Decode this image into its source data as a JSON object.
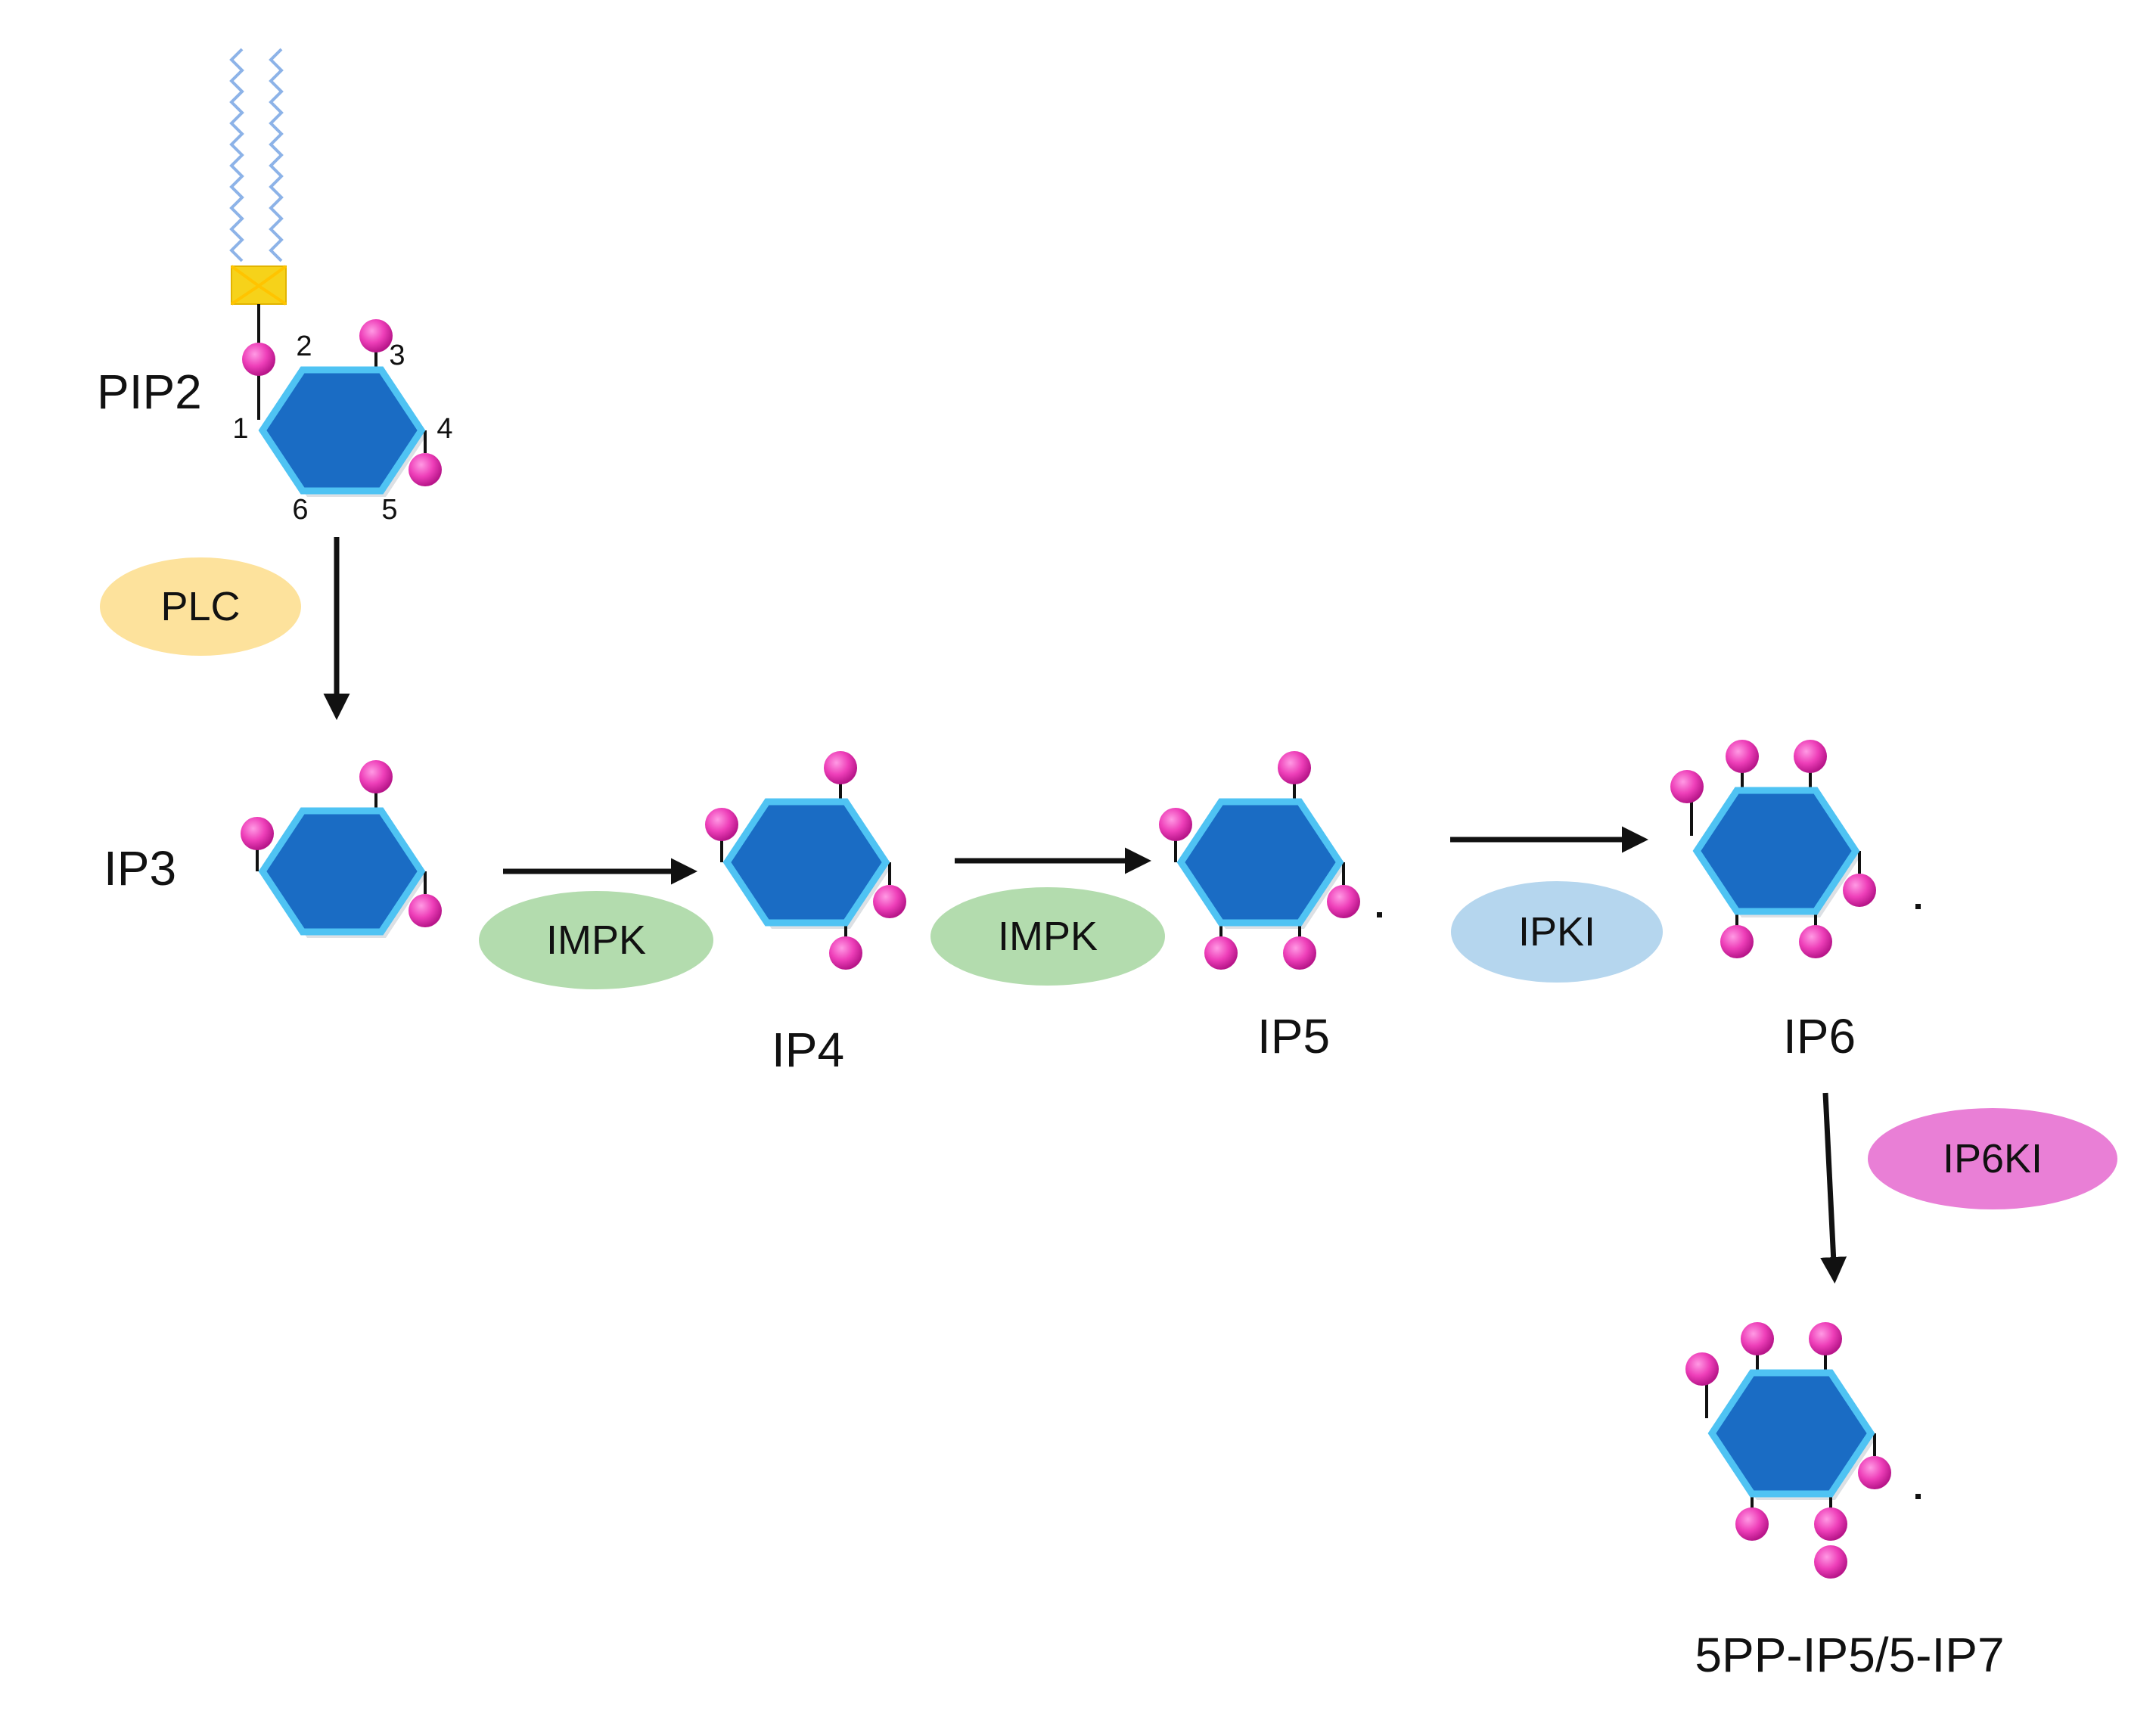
{
  "title": "",
  "colors": {
    "hexagon_fill": "#1a6cc4",
    "hexagon_stroke": "#4fc3f3",
    "phosphate": "#ee3fb9",
    "glycerol": "#f6d21a",
    "fatty_acid": "#8db3e8",
    "arrow": "#111111",
    "enzyme_PLC": "#fde29c",
    "enzyme_IMPK": "#b3dcae",
    "enzyme_IPKI": "#b5d6ee",
    "enzyme_IP6KI": "#e97fd6"
  },
  "molecules": [
    {
      "id": "pip2",
      "label": "PIP2",
      "phosphates": 3
    },
    {
      "id": "ip3",
      "label": "IP3",
      "phosphates": 3
    },
    {
      "id": "ip4",
      "label": "IP4",
      "phosphates": 4
    },
    {
      "id": "ip5",
      "label": "IP5",
      "phosphates": 5
    },
    {
      "id": "ip6",
      "label": "IP6",
      "phosphates": 6
    },
    {
      "id": "ip7",
      "label": "5PP-IP5/5-IP7",
      "phosphates": 7
    }
  ],
  "ring_numbers": [
    "1",
    "2",
    "3",
    "4",
    "5",
    "6"
  ],
  "enzymes": {
    "plc": "PLC",
    "impk1": "IMPK",
    "impk2": "IMPK",
    "ipki": "IPKI",
    "ip6ki": "IP6KI"
  },
  "reactions": [
    {
      "from": "PIP2",
      "to": "IP3",
      "enzyme": "PLC"
    },
    {
      "from": "IP3",
      "to": "IP4",
      "enzyme": "IMPK"
    },
    {
      "from": "IP4",
      "to": "IP5",
      "enzyme": "IMPK"
    },
    {
      "from": "IP5",
      "to": "IP6",
      "enzyme": "IPKI"
    },
    {
      "from": "IP6",
      "to": "5PP-IP5/5-IP7",
      "enzyme": "IP6KI"
    }
  ]
}
